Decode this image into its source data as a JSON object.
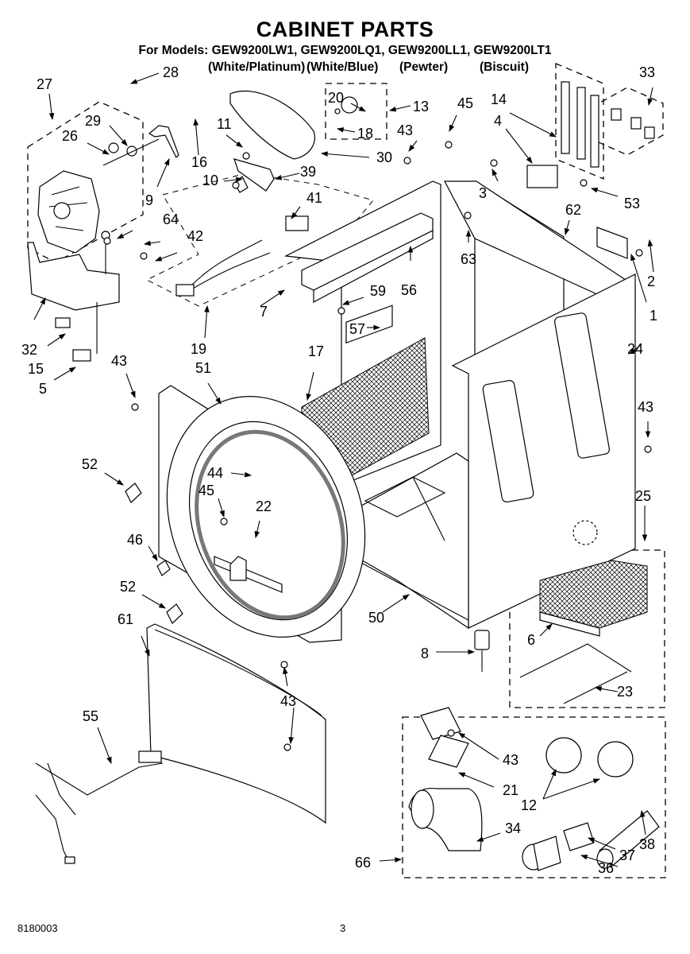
{
  "header": {
    "title": "CABINET PARTS",
    "models": "For Models: GEW9200LW1, GEW9200LQ1, GEW9200LL1, GEW9200LT1",
    "variants": [
      "(White/Platinum)",
      "(White/Blue)",
      "(Pewter)",
      "(Biscuit)"
    ]
  },
  "footer": {
    "doc_number": "8180003",
    "page_number": "3"
  },
  "callouts": {
    "c1": "1",
    "c2": "2",
    "c3": "3",
    "c4": "4",
    "c5": "5",
    "c6": "6",
    "c7": "7",
    "c8": "8",
    "c9": "9",
    "c10": "10",
    "c11": "11",
    "c12": "12",
    "c13": "13",
    "c14": "14",
    "c15": "15",
    "c16": "16",
    "c17": "17",
    "c18": "18",
    "c19": "19",
    "c20": "20",
    "c21": "21",
    "c22": "22",
    "c23": "23",
    "c24": "24",
    "c25": "25",
    "c26": "26",
    "c27": "27",
    "c28": "28",
    "c29": "29",
    "c30": "30",
    "c32": "32",
    "c33": "33",
    "c34": "34",
    "c36": "36",
    "c37": "37",
    "c38": "38",
    "c39": "39",
    "c41": "41",
    "c42": "42",
    "c43": "43",
    "c44": "44",
    "c45": "45",
    "c46": "46",
    "c50": "50",
    "c51": "51",
    "c52": "52",
    "c53": "53",
    "c55": "55",
    "c56": "56",
    "c57": "57",
    "c59": "59",
    "c61": "61",
    "c62": "62",
    "c63": "63",
    "c64": "64",
    "c66": "66"
  }
}
